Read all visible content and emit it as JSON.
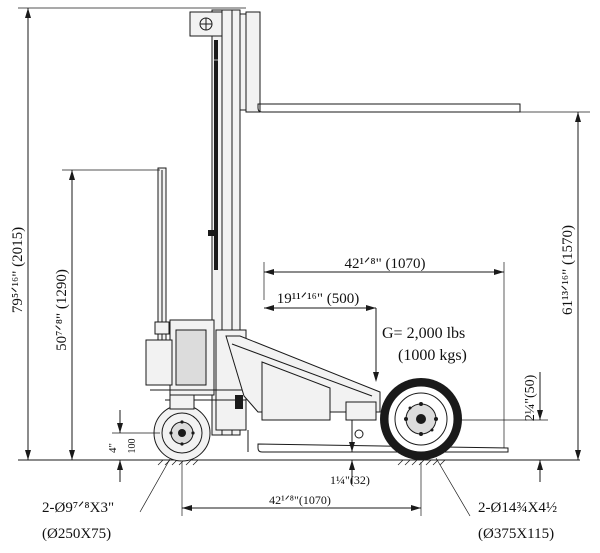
{
  "dimensions": {
    "overall_height": "79⁵ᐟ¹⁶\" (2015)",
    "handle_height": "50⁷ᐟ⁸\" (1290)",
    "fork_height": "61¹³ᐟ¹⁶\" (1570)",
    "overall_length": "42¹ᐟ⁸\" (1070)",
    "load_center": "19¹¹ᐟ¹⁶\" (500)",
    "front_wheel_clearance": "2¼\"(50)",
    "fork_thickness": "1¼\"(32)",
    "wheelbase": "42¹ᐟ⁸\"(1070)",
    "rear_height_in": "4\"",
    "rear_height_mm": "100"
  },
  "load_capacity": {
    "imperial": "G= 2,000 lbs",
    "metric": "(1000 kgs)"
  },
  "rear_wheel": {
    "size": "2-Ø9⁷ᐟ⁸X3\"",
    "size_mm": "(Ø250X75)"
  },
  "front_wheel": {
    "size": "2-Ø14¾X4½",
    "size_mm": "(Ø375X115)"
  }
}
